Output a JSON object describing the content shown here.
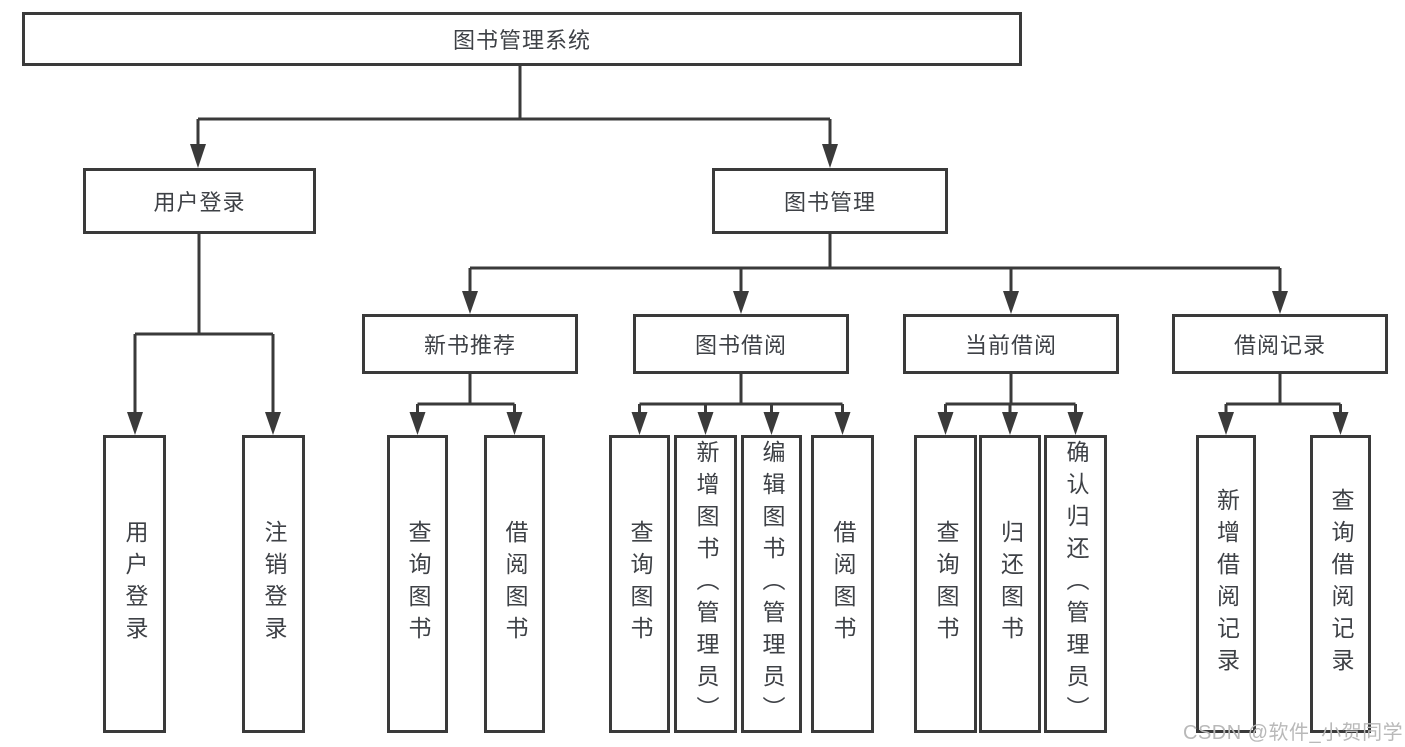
{
  "tree": {
    "label": "图书管理系统",
    "children": [
      {
        "label": "用户登录",
        "children": [
          {
            "label": "用户登录"
          },
          {
            "label": "注销登录"
          }
        ]
      },
      {
        "label": "图书管理",
        "children": [
          {
            "label": "新书推荐",
            "children": [
              {
                "label": "查询图书"
              },
              {
                "label": "借阅图书"
              }
            ]
          },
          {
            "label": "图书借阅",
            "children": [
              {
                "label": "查询图书"
              },
              {
                "label": "新增图书（管理员）"
              },
              {
                "label": "编辑图书（管理员）"
              },
              {
                "label": "借阅图书"
              }
            ]
          },
          {
            "label": "当前借阅",
            "children": [
              {
                "label": "查询图书"
              },
              {
                "label": "归还图书"
              },
              {
                "label": "确认归还（管理员）"
              }
            ]
          },
          {
            "label": "借阅记录",
            "children": [
              {
                "label": "新增借阅记录"
              },
              {
                "label": "查询借阅记录"
              }
            ]
          }
        ]
      }
    ]
  },
  "watermark": "CSDN @软件_小贺同学",
  "colors": {
    "line": "#3a3a3a",
    "text": "#3e4146",
    "watermark": "#b9b9b9",
    "background": "#ffffff"
  }
}
